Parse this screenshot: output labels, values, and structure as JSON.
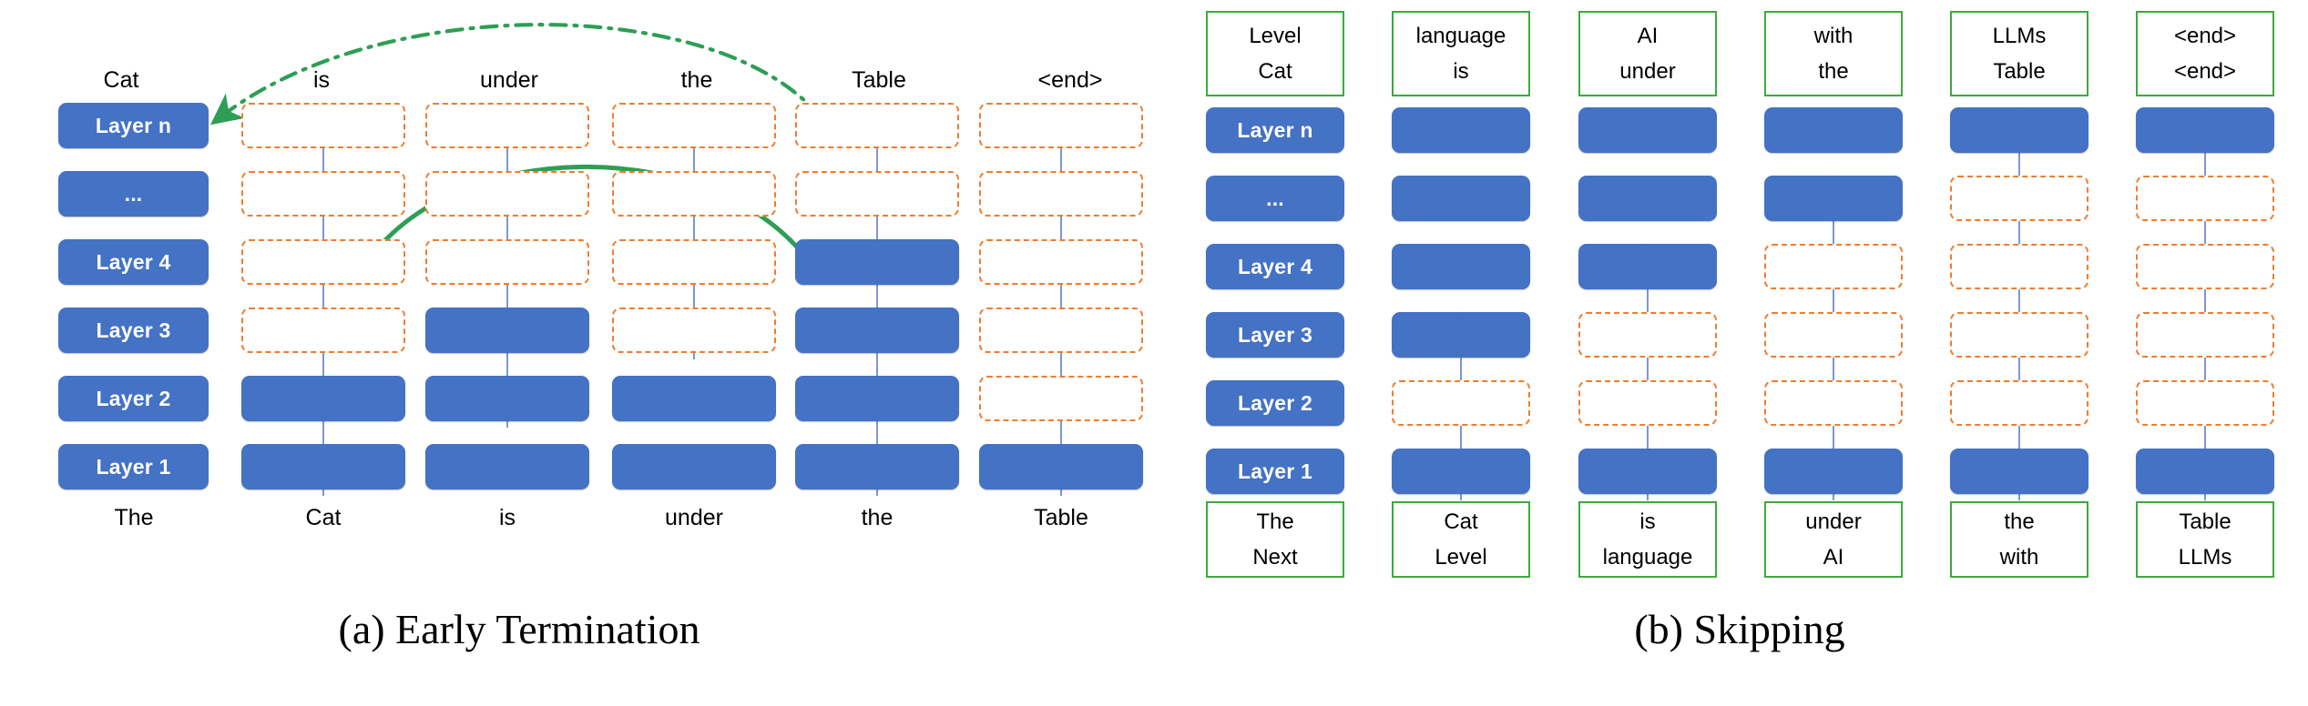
{
  "figure": {
    "panels": [
      {
        "id": "a",
        "caption": "(a) Early Termination",
        "top_tokens": [
          "Cat",
          "is",
          "under",
          "the",
          "Table",
          "<end>"
        ],
        "bottom_tokens": [
          "The",
          "Cat",
          "is",
          "under",
          "the",
          "Table"
        ],
        "layer_labels": [
          "Layer n",
          "...",
          "Layer 4",
          "Layer 3",
          "Layer 2",
          "Layer 1"
        ],
        "grid": [
          {
            "layer": "Layer n",
            "cells": [
              "inactive",
              "inactive",
              "inactive",
              "inactive",
              "inactive"
            ]
          },
          {
            "layer": "...",
            "cells": [
              "inactive",
              "inactive",
              "inactive",
              "inactive",
              "inactive"
            ]
          },
          {
            "layer": "Layer 4",
            "cells": [
              "inactive",
              "inactive",
              "inactive",
              "active",
              "inactive"
            ]
          },
          {
            "layer": "Layer 3",
            "cells": [
              "inactive",
              "active",
              "inactive",
              "active",
              "inactive"
            ]
          },
          {
            "layer": "Layer 2",
            "cells": [
              "active",
              "active",
              "active",
              "active",
              "inactive"
            ]
          },
          {
            "layer": "Layer 1",
            "cells": [
              "active",
              "active",
              "active",
              "active",
              "active"
            ]
          }
        ],
        "annotations": [
          {
            "name": "dash-dot-arc",
            "style": "dash-dot",
            "color": "#2E9E54",
            "from": "layer-n-table-column",
            "to": "layer-n-label"
          },
          {
            "name": "solid-arc",
            "style": "solid",
            "color": "#2E9E54",
            "from": "layer-4-table-box",
            "to": "layer-4-is-column"
          }
        ]
      },
      {
        "id": "b",
        "caption": "(b) Skipping",
        "top_boxes": [
          {
            "line1": "Level",
            "line2": "Cat"
          },
          {
            "line1": "language",
            "line2": "is"
          },
          {
            "line1": "AI",
            "line2": "under"
          },
          {
            "line1": "with",
            "line2": "the"
          },
          {
            "line1": "LLMs",
            "line2": "Table"
          },
          {
            "line1": "<end>",
            "line2": "<end>"
          }
        ],
        "bottom_boxes": [
          {
            "line1": "The",
            "line2": "Next"
          },
          {
            "line1": "Cat",
            "line2": "Level"
          },
          {
            "line1": "is",
            "line2": "language"
          },
          {
            "line1": "under",
            "line2": "AI"
          },
          {
            "line1": "the",
            "line2": "with"
          },
          {
            "line1": "Table",
            "line2": "LLMs"
          }
        ],
        "layer_labels": [
          "Layer n",
          "...",
          "Layer 4",
          "Layer 3",
          "Layer 2",
          "Layer 1"
        ],
        "grid": [
          {
            "layer": "Layer n",
            "cells": [
              "active",
              "active",
              "active",
              "active",
              "active"
            ]
          },
          {
            "layer": "...",
            "cells": [
              "active",
              "active",
              "active",
              "inactive",
              "inactive"
            ]
          },
          {
            "layer": "Layer 4",
            "cells": [
              "active",
              "active",
              "inactive",
              "inactive",
              "inactive"
            ]
          },
          {
            "layer": "Layer 3",
            "cells": [
              "active",
              "inactive",
              "inactive",
              "inactive",
              "inactive"
            ]
          },
          {
            "layer": "Layer 2",
            "cells": [
              "inactive",
              "inactive",
              "inactive",
              "inactive",
              "inactive"
            ]
          },
          {
            "layer": "Layer 1",
            "cells": [
              "active",
              "active",
              "active",
              "active",
              "active"
            ]
          }
        ]
      }
    ],
    "colors": {
      "active_fill": "#4472C4",
      "inactive_border": "#ED7D31",
      "token_box_border": "#3EA93E",
      "arrow": "#5B7FC4",
      "annotation_green": "#2E9E54",
      "text": "#000000",
      "background": "#FFFFFF"
    }
  }
}
